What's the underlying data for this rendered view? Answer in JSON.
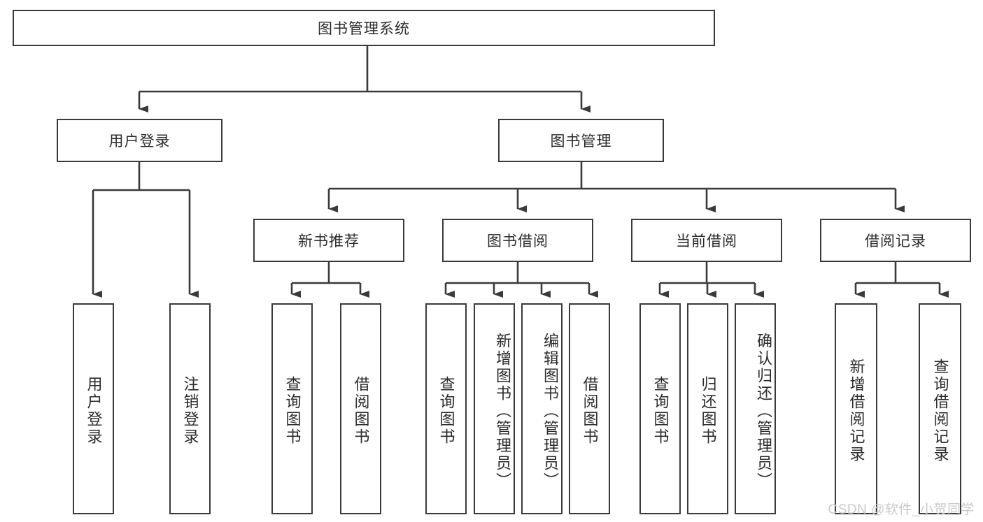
{
  "diagram": {
    "title": "图书管理系统",
    "root": {
      "label": "图书管理系统"
    },
    "level2": [
      {
        "label": "用户登录"
      },
      {
        "label": "图书管理"
      }
    ],
    "level3": [
      {
        "label": "新书推荐"
      },
      {
        "label": "图书借阅"
      },
      {
        "label": "当前借阅"
      },
      {
        "label": "借阅记录"
      }
    ],
    "leaves": {
      "user_login": [
        {
          "label": "用户登录"
        },
        {
          "label": "注销登录"
        }
      ],
      "new_book_recommend": [
        {
          "label": "查询图书"
        },
        {
          "label": "借阅图书"
        }
      ],
      "book_borrow": [
        {
          "label": "查询图书"
        },
        {
          "label": "新增图书（管理员）"
        },
        {
          "label": "编辑图书（管理员）"
        },
        {
          "label": "借阅图书"
        }
      ],
      "current_borrow": [
        {
          "label": "查询图书"
        },
        {
          "label": "归还图书"
        },
        {
          "label": "确认归还（管理员）"
        }
      ],
      "borrow_record": [
        {
          "label": "新增借阅记录"
        },
        {
          "label": "查询借阅记录"
        }
      ]
    }
  },
  "watermark": {
    "text": "CSDN @软件_小贺同学"
  },
  "colors": {
    "stroke": "#3a3a3a",
    "text": "#2b2b2b",
    "background": "#ffffff",
    "watermark": "#c9c9c9"
  }
}
